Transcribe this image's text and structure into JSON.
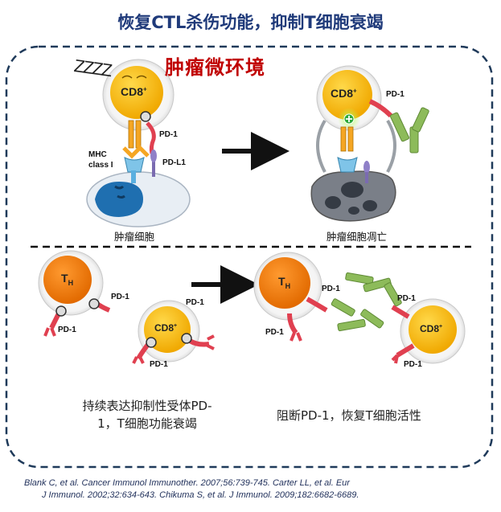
{
  "title": "恢复CTL杀伤功能，抑制T细胞衰竭",
  "tumor_microenvironment": "肿瘤微环境",
  "top_left": {
    "cell_label": "CD8",
    "cell_superscript": "+",
    "sleep_text": "ZZZZ",
    "pd1_label": "PD-1",
    "pdl1_label": "PD-L1",
    "mhc_label_line1": "MHC",
    "mhc_label_line2": "class I",
    "caption": "肿瘤细胞"
  },
  "top_right": {
    "cell_label": "CD8",
    "cell_superscript": "+",
    "pd1_label": "PD-1",
    "caption": "肿瘤细胞凋亡"
  },
  "bottom_left": {
    "th_label": "T",
    "th_sub": "H",
    "cd8_label": "CD8",
    "cd8_superscript": "+",
    "pd1_labels": [
      "PD-1",
      "PD-1",
      "PD-1",
      "PD-1"
    ],
    "caption_line1": "持续表达抑制性受体PD-",
    "caption_line2": "1，T细胞功能衰竭"
  },
  "bottom_right": {
    "th_label": "T",
    "th_sub": "H",
    "cd8_label": "CD8",
    "cd8_superscript": "+",
    "pd1_labels": [
      "PD-1",
      "PD-1",
      "PD-1",
      "PD-1"
    ],
    "caption": "阻断PD-1，恢复T细胞活性"
  },
  "citation_line1": "Blank C, et al. Cancer Immunol Immunother. 2007;56:739-745.  Carter LL, et al. Eur",
  "citation_line2": "J Immunol. 2002;32:634-643. Chikuma S, et al. J Immunol. 2009;182:6682-6689.",
  "colors": {
    "title": "#1f3a7a",
    "tme": "#c00000",
    "cd8_fill": "#f5b800",
    "th_fill": "#f07a10",
    "frame": "#1f3a5a",
    "antibody": "#8dbb5a",
    "pd1": "#e04050"
  }
}
